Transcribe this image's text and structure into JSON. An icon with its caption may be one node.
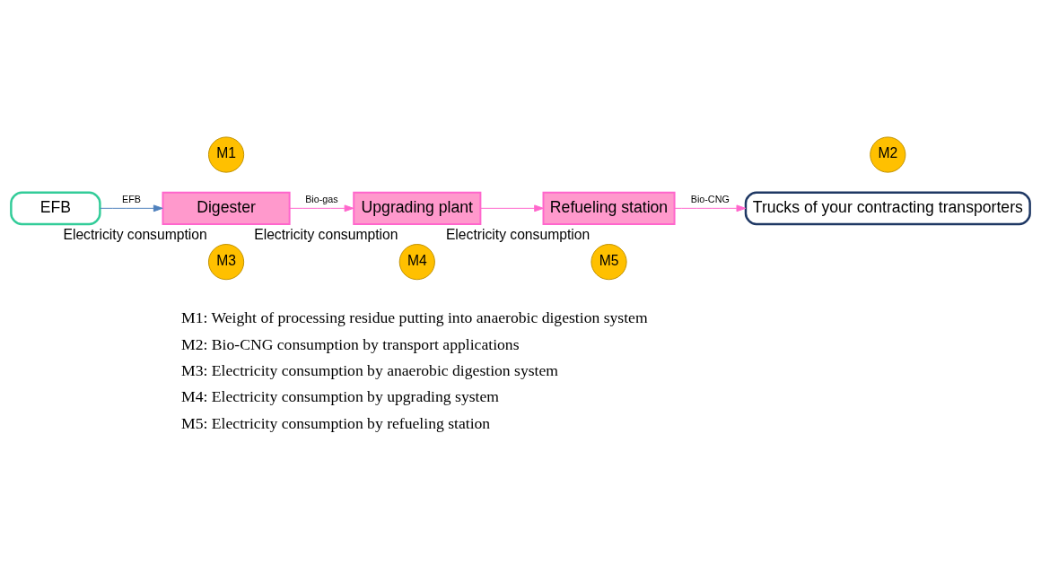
{
  "diagram": {
    "nodes": [
      {
        "text": [
          "EFB"
        ]
      },
      {
        "text": [
          "Digester"
        ]
      },
      {
        "text": [
          "Upgrading plant"
        ]
      },
      {
        "text": [
          "Refueling station"
        ]
      },
      {
        "text": [
          "Trucks of your contracting transporters"
        ]
      },
      {
        "text": [
          "M1"
        ]
      },
      {
        "text": [
          "M2"
        ]
      },
      {
        "text": [
          "M3"
        ],
        "beside": [
          "Electricity consumption"
        ]
      },
      {
        "text": [
          "M4"
        ],
        "beside": [
          "Electricity consumption"
        ]
      },
      {
        "text": [
          "M5"
        ],
        "beside": [
          "Electricity consumption"
        ]
      }
    ],
    "edges": [
      {
        "from": 0,
        "to": 1,
        "arrow": "to",
        "label": "EFB",
        "color": "#4f81bd"
      },
      {
        "from": 1,
        "to": 2,
        "arrow": "to",
        "label": "Bio-gas"
      },
      {
        "from": 2,
        "to": 3,
        "arrow": "to"
      },
      {
        "from": 3,
        "to": 4,
        "arrow": "to",
        "label": "Bio-CNG"
      }
    ],
    "labels": [
      "M1: Weight of processing residue putting into anaerobic digestion system",
      "M2: Bio-CNG consumption by transport applications",
      "M3: Electricity consumption by anaerobic digestion system",
      "M4: Electricity consumption by upgrading system",
      "M5: Electricity consumption by refueling station"
    ]
  }
}
